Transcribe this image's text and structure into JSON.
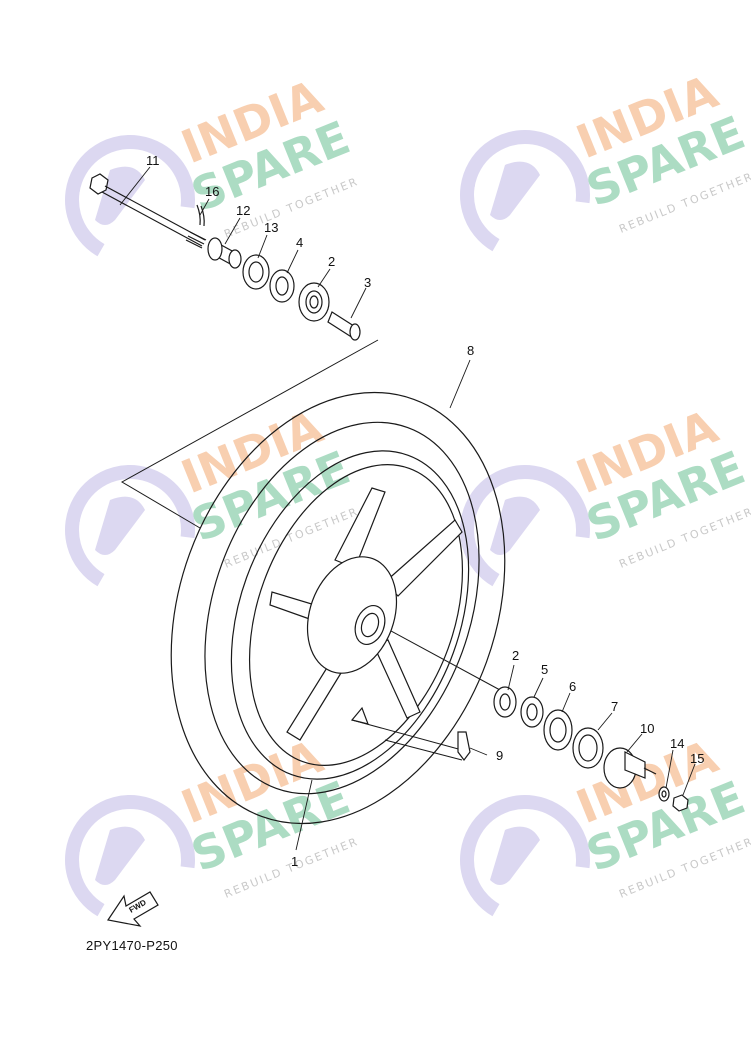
{
  "diagram_code": "2PY1470-P250",
  "fwd_label": "FWD",
  "watermark": {
    "line1": "INDIA",
    "line2": "SPARE",
    "tagline": "REBUILD TOGETHER"
  },
  "colors": {
    "line": "#1a1a1a",
    "wm_orange": "#f7c9a8",
    "wm_green": "#a7d8bf",
    "wm_purple": "#d8d4ef"
  },
  "parts": {
    "p1": "1",
    "p2a": "2",
    "p2b": "2",
    "p3": "3",
    "p4": "4",
    "p5": "5",
    "p6": "6",
    "p7": "7",
    "p8": "8",
    "p9": "9",
    "p10": "10",
    "p11": "11",
    "p12": "12",
    "p13": "13",
    "p14": "14",
    "p15": "15",
    "p16": "16"
  }
}
